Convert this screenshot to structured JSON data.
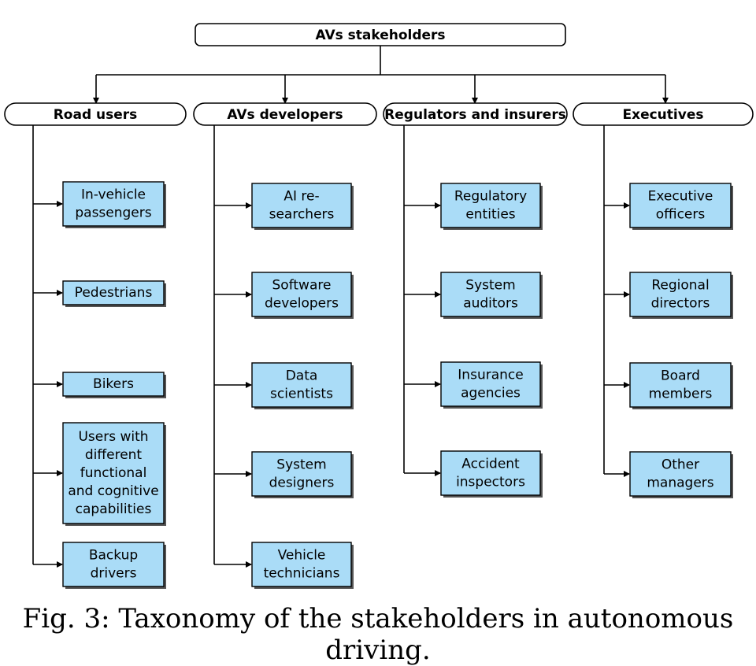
{
  "root": {
    "label": "AVs stakeholders"
  },
  "categories": [
    {
      "label": "Road users",
      "items": [
        [
          "In-vehicle",
          "passengers"
        ],
        [
          "Pedestrians"
        ],
        [
          "Bikers"
        ],
        [
          "Users with",
          "different",
          "functional",
          "and cognitive",
          "capabilities"
        ],
        [
          "Backup",
          "drivers"
        ]
      ]
    },
    {
      "label": "AVs developers",
      "items": [
        [
          "AI re-",
          "searchers"
        ],
        [
          "Software",
          "developers"
        ],
        [
          "Data",
          "scientists"
        ],
        [
          "System",
          "designers"
        ],
        [
          "Vehicle",
          "technicians"
        ]
      ]
    },
    {
      "label": "Regulators and insurers",
      "items": [
        [
          "Regulatory",
          "entities"
        ],
        [
          "System",
          "auditors"
        ],
        [
          "Insurance",
          "agencies"
        ],
        [
          "Accident",
          "inspectors"
        ]
      ]
    },
    {
      "label": "Executives",
      "items": [
        [
          "Executive",
          "officers"
        ],
        [
          "Regional",
          "directors"
        ],
        [
          "Board",
          "members"
        ],
        [
          "Other",
          "managers"
        ]
      ]
    }
  ],
  "caption": "Fig. 3: Taxonomy of the stakeholders in autonomous driving.",
  "colors": {
    "leaf_fill": "#aadcf7",
    "line": "#000000",
    "header_fill": "#ffffff"
  }
}
